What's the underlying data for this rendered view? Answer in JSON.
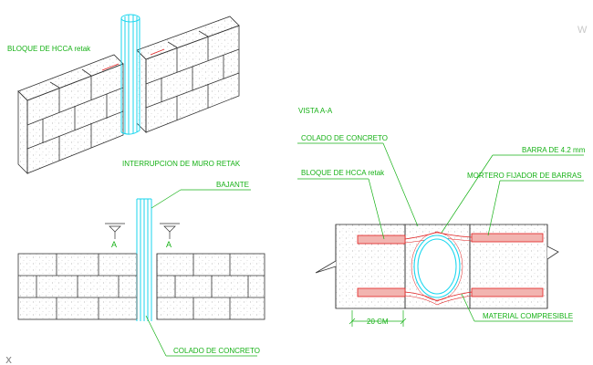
{
  "labels": {
    "bloque_top": "BLOQUE DE HCCA retak",
    "interrupcion": "INTERRUPCION DE MURO RETAK",
    "bajante": "BAJANTE",
    "colado_bottom": "COLADO DE CONCRETO",
    "section_a_left": "A",
    "section_a_right": "A",
    "vista": "VISTA A-A",
    "colado_right": "COLADO DE CONCRETO",
    "barra": "BARRA DE 4.2 mm",
    "bloque_right": "BLOQUE DE HCCA retak",
    "mortero": "MORTERO FIJADOR DE BARRAS",
    "dim_20": "20 CM",
    "material": "MATERIAL COMPRESIBLE",
    "crosshair": "x",
    "corner_text": "W"
  },
  "colors": {
    "label_green": "#16b116",
    "pipe_cyan": "#18d6ee",
    "outline": "#333333",
    "bar_red": "#e02020",
    "bar_fill": "#f2b4b0",
    "hatch": "#999999"
  }
}
